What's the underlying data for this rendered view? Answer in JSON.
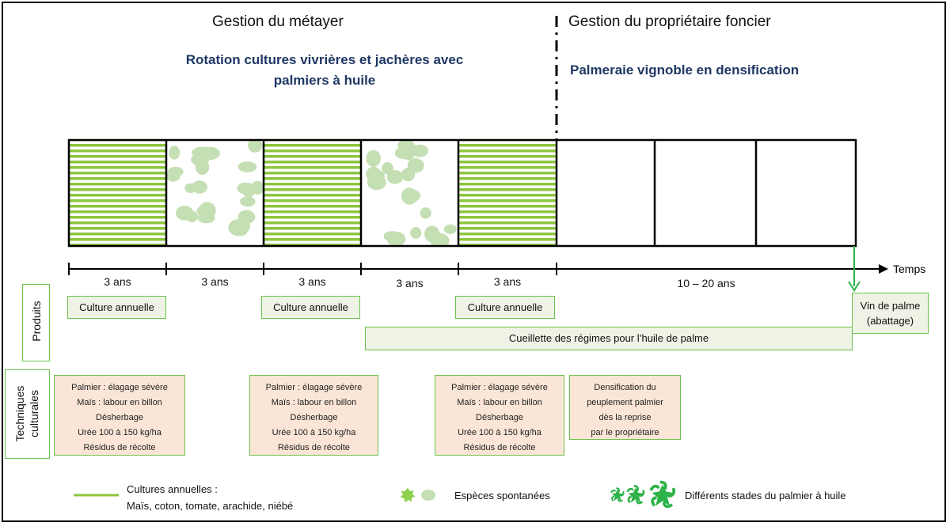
{
  "headers": {
    "left_title": "Gestion du métayer",
    "left_subtitle_line1": "Rotation cultures vivrières et jachères avec",
    "left_subtitle_line2": "palmiers à huile",
    "right_title": "Gestion du propriétaire foncier",
    "right_subtitle": "Palmeraie vignoble en densification"
  },
  "timeline": {
    "axis_label": "Temps",
    "periods": [
      "3 ans",
      "3 ans",
      "3 ans",
      "3 ans",
      "3 ans",
      "10 – 20  ans"
    ]
  },
  "blocks": [
    {
      "type": "annual-crop"
    },
    {
      "type": "fallow"
    },
    {
      "type": "annual-crop"
    },
    {
      "type": "fallow"
    },
    {
      "type": "annual-crop"
    },
    {
      "type": "palm-sparse"
    },
    {
      "type": "palm-medium"
    },
    {
      "type": "palm-dense"
    }
  ],
  "row_labels": {
    "products": "Produits",
    "techniques_line1": "Techniques",
    "techniques_line2": "culturales"
  },
  "products": {
    "annual_crop_1": "Culture annuelle",
    "annual_crop_2": "Culture annuelle",
    "annual_crop_3": "Culture annuelle",
    "harvest": "Cueillette des régimes pour l’huile de palme",
    "wine_line1": "Vin de palme",
    "wine_line2": "(abattage)"
  },
  "techniques": {
    "sharecropper": [
      "Palmier : élagage sévère",
      "Maïs : labour en billon",
      "Désherbage",
      "Urée 100 à 150 kg/ha",
      "Résidus de récolte"
    ],
    "owner": [
      "Densification du",
      "peuplement palmier",
      "dès la reprise",
      "par le propriétaire"
    ]
  },
  "legend": {
    "annual_line1": "Cultures annuelles :",
    "annual_line2": "Maïs, coton, tomate, arachide, niébé",
    "spontaneous": "Espèces spontanées",
    "palm_stages": "Différents stades du palmier à huile"
  },
  "colors": {
    "green": "#2db34a",
    "light_green": "#8fd14f",
    "pale_green": "#c5dfb4",
    "stripe": "#8cc63f",
    "title_blue": "#1f3864",
    "product_fill": "#eef3e6",
    "technique_fill": "#fbe5d6"
  }
}
